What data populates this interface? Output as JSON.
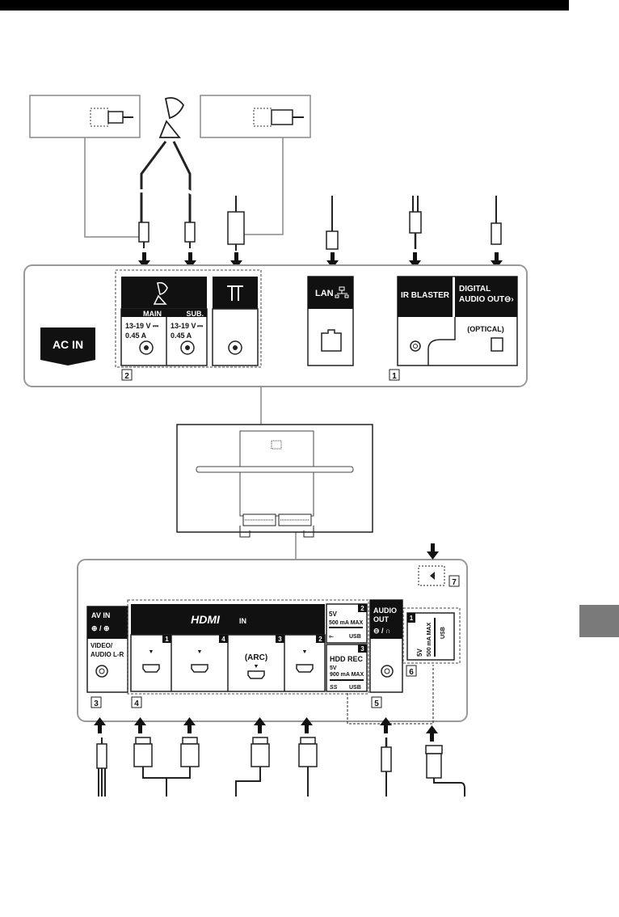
{
  "top_panel": {
    "ac_in": "AC IN",
    "main": "MAIN",
    "sub": "SUB.",
    "voltage": "13-19 V",
    "dc_symbol": "⎓",
    "current": "0.45 A",
    "lan": "LAN",
    "ir_blaster": "IR BLASTER",
    "digital_audio_line1": "DIGITAL",
    "digital_audio_line2": "AUDIO OUT",
    "optical": "(OPTICAL)",
    "callout_1": "1",
    "callout_2": "2"
  },
  "bottom_panel": {
    "av_in": "AV IN",
    "video_audio_line1": "VIDEO/",
    "video_audio_line2": "AUDIO L-R",
    "hdmi_logo": "HDMI",
    "hdmi_in": "IN",
    "port_numbers": [
      "1",
      "4",
      "3",
      "2"
    ],
    "arc": "(ARC)",
    "usb2_line1": "5V",
    "usb2_line2": "500 mA MAX",
    "usb_label": "USB",
    "usb2_badge": "2",
    "hdd_badge": "3",
    "hdd_rec": "HDD REC",
    "usb3_line1": "5V",
    "usb3_line2": "900 mA MAX",
    "ss_label": "SS",
    "audio_out_line1": "AUDIO",
    "audio_out_line2": "OUT",
    "usb1_badge": "1",
    "usb1_5v": "5V",
    "usb1_ma": "500 mA MAX",
    "callout_3": "3",
    "callout_4": "4",
    "callout_5": "5",
    "callout_6": "6",
    "callout_7": "7"
  }
}
